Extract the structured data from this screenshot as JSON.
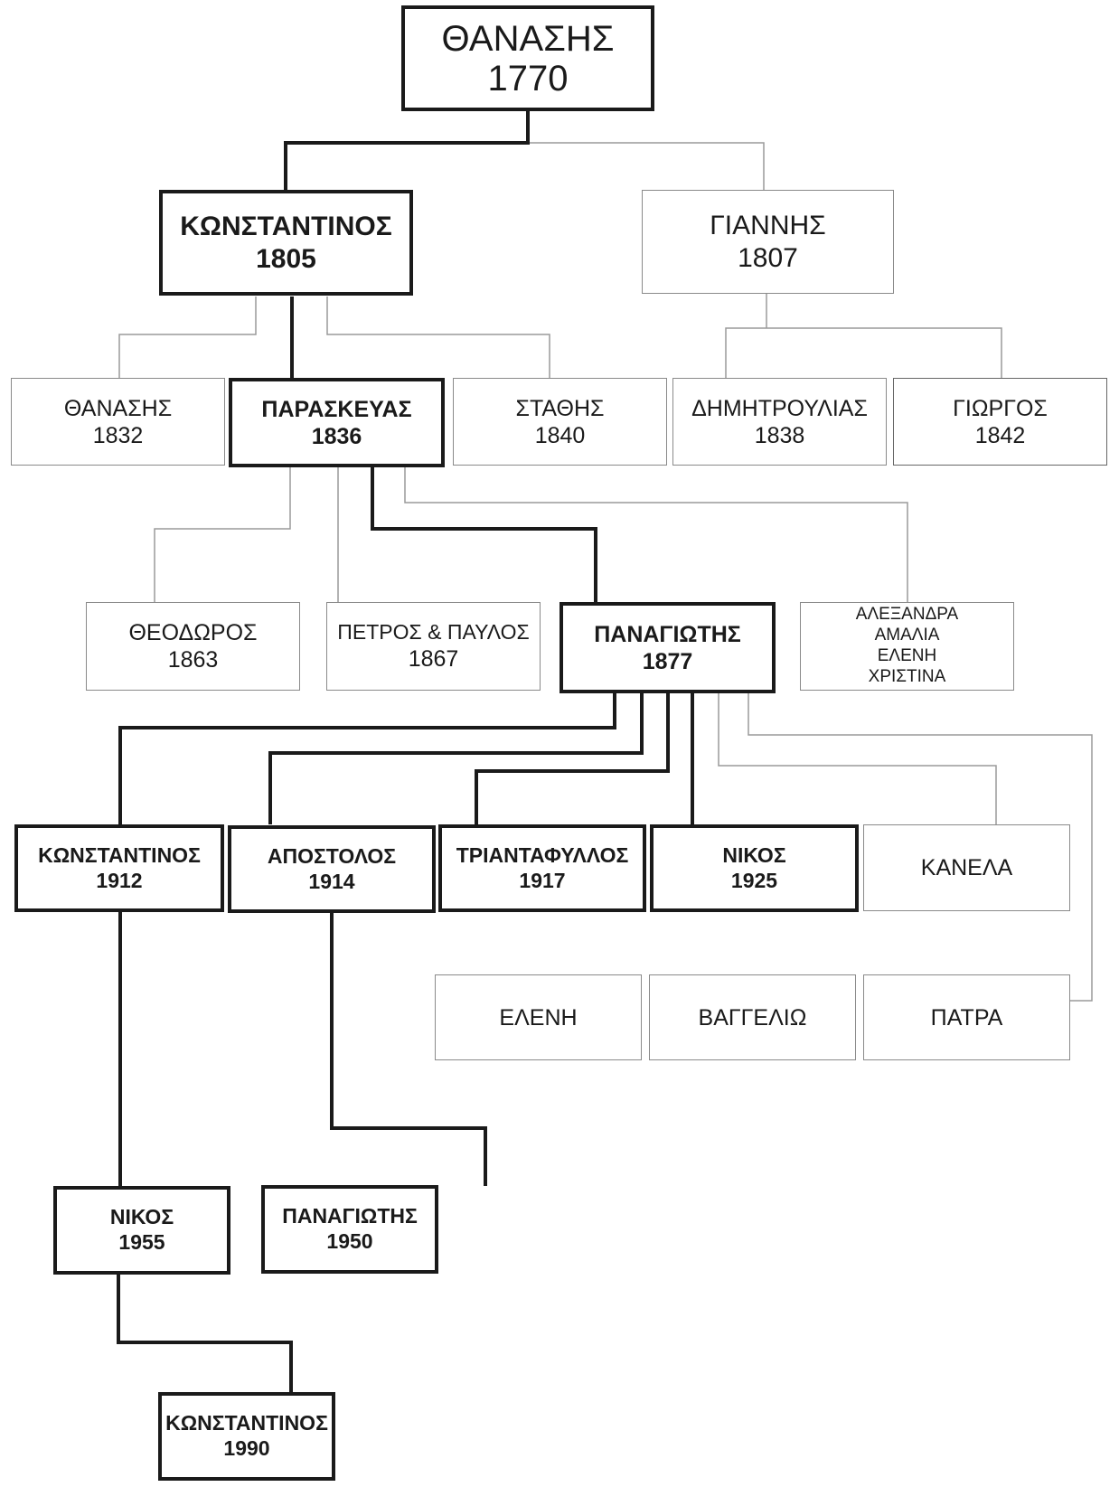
{
  "tree": {
    "root": {
      "name": "ΘΑΝΑΣΗΣ",
      "year": "1770"
    },
    "gen2": [
      {
        "name": "ΚΩΝΣΤΑΝΤΙΝΟΣ",
        "year": "1805",
        "line": "direct"
      },
      {
        "name": "ΓΙΑΝΝΗΣ",
        "year": "1807",
        "line": "collateral"
      }
    ],
    "gen3": [
      {
        "name": "ΘΑΝΑΣΗΣ",
        "year": "1832",
        "line": "collateral"
      },
      {
        "name": "ΠΑΡΑΣΚΕΥΑΣ",
        "year": "1836",
        "line": "direct"
      },
      {
        "name": "ΣΤΑΘΗΣ",
        "year": "1840",
        "line": "collateral"
      },
      {
        "name": "ΔΗΜΗΤΡΟΥΛΙΑΣ",
        "year": "1838",
        "line": "collateral"
      },
      {
        "name": "ΓΙΩΡΓΟΣ",
        "year": "1842",
        "line": "collateral"
      }
    ],
    "gen4": [
      {
        "name": "ΘΕΟΔΩΡΟΣ",
        "year": "1863",
        "line": "collateral"
      },
      {
        "name": "ΠΕΤΡΟΣ & ΠΑΥΛΟΣ",
        "year": "1867",
        "line": "collateral"
      },
      {
        "name": "ΠΑΝΑΓΙΩΤΗΣ",
        "year": "1877",
        "line": "direct"
      },
      {
        "names": [
          "ΑΛΕΞΑΝΔΡΑ",
          "ΑΜΑΛΙΑ",
          "ΕΛΕΝΗ",
          "ΧΡΙΣΤΙΝΑ"
        ],
        "line": "collateral"
      }
    ],
    "gen5": [
      {
        "name": "ΚΩΝΣΤΑΝΤΙΝΟΣ",
        "year": "1912",
        "line": "direct"
      },
      {
        "name": "ΑΠΟΣΤΟΛΟΣ",
        "year": "1914",
        "line": "direct"
      },
      {
        "name": "ΤΡΙΑΝΤΑΦΥΛΛΟΣ",
        "year": "1917",
        "line": "direct"
      },
      {
        "name": "ΝΙΚΟΣ",
        "year": "1925",
        "line": "direct"
      },
      {
        "name": "ΚΑΝΕΛΑ",
        "line": "collateral"
      },
      {
        "name": "ΕΛΕΝΗ",
        "line": "collateral"
      },
      {
        "name": "ΒΑΓΓΕΛΙΩ",
        "line": "collateral"
      },
      {
        "name": "ΠΑΤΡΑ",
        "line": "collateral"
      }
    ],
    "gen6": [
      {
        "name": "ΝΙΚΟΣ",
        "year": "1955",
        "line": "direct"
      },
      {
        "name": "ΠΑΝΑΓΙΩΤΗΣ",
        "year": "1950",
        "line": "direct"
      }
    ],
    "gen7": [
      {
        "name": "ΚΩΝΣΤΑΝΤΙΝΟΣ",
        "year": "1990",
        "line": "direct"
      }
    ]
  }
}
